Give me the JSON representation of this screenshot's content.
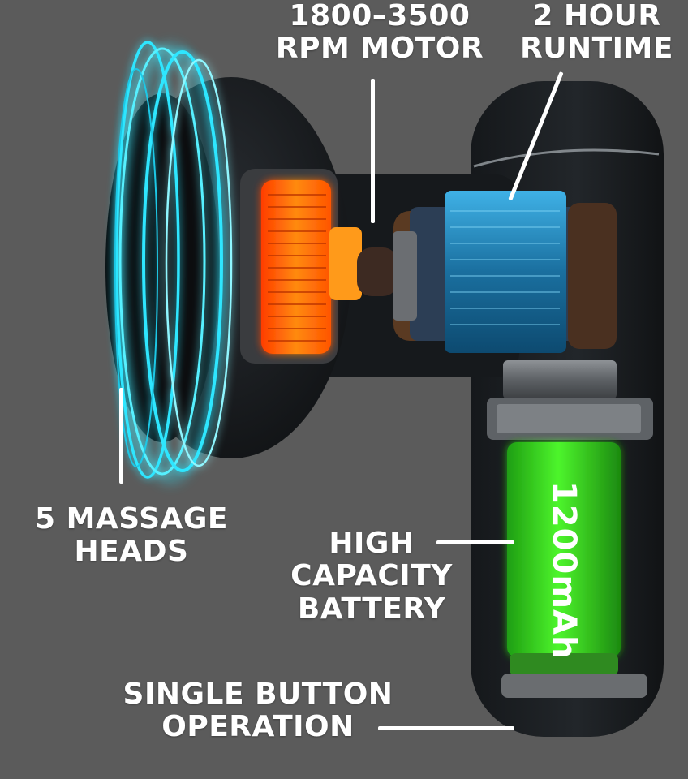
{
  "labels": {
    "motor": {
      "line1": "1800–3500",
      "line2": "RPM MOTOR"
    },
    "runtime": {
      "line1": "2 HOUR",
      "line2": "RUNTIME"
    },
    "heads": {
      "line1": "5 MASSAGE",
      "line2": "HEADS"
    },
    "battery": {
      "line1": "HIGH",
      "line2": "CAPACITY",
      "line3": "BATTERY"
    },
    "button": {
      "line1": "SINGLE BUTTON",
      "line2": "OPERATION"
    }
  },
  "battery_capacity": "1200mAh",
  "colors": {
    "background": "#5b5b5b",
    "device_body": "#1c1f22",
    "glow_cyan": "#2ee6ff",
    "motor_orange": "#ff6a00",
    "coil_blue": "#1f7fb5",
    "battery_green": "#2ecc1f"
  },
  "icons": [
    "vibration-waves",
    "motor-gear",
    "copper-coil",
    "battery-cell"
  ]
}
